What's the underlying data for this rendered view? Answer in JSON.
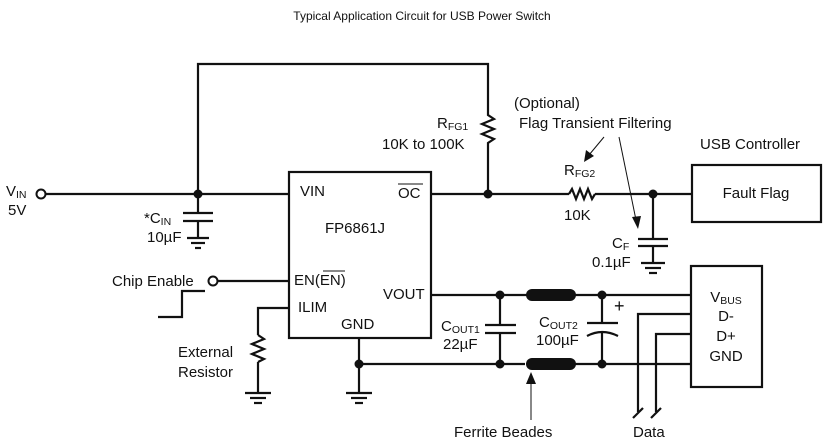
{
  "title": "Typical Application Circuit for USB Power Switch",
  "ic": {
    "name": "FP6861J",
    "pins": {
      "vin": "VIN",
      "oc": "OC",
      "en": "EN(",
      "en_bar": "EN",
      "en_close": ")",
      "ilim": "ILIM",
      "vout": "VOUT",
      "gnd": "GND"
    }
  },
  "vin": {
    "label": "V",
    "sub": "IN",
    "value": "5V"
  },
  "cin": {
    "prefix": "*C",
    "sub": "IN",
    "value": "10µF"
  },
  "chip_enable": "Chip Enable",
  "external_resistor": {
    "line1": "External",
    "line2": "Resistor"
  },
  "rfg1": {
    "label": "R",
    "sub": "FG1",
    "value": "10K to 100K"
  },
  "optional": {
    "line1": "(Optional)",
    "line2": "Flag Transient Filtering"
  },
  "rfg2": {
    "label": "R",
    "sub": "FG2",
    "value": "10K"
  },
  "cf": {
    "label": "C",
    "sub": "F",
    "value": "0.1µF"
  },
  "usb_controller": {
    "title": "USB Controller",
    "block": "Fault Flag"
  },
  "cout1": {
    "label": "C",
    "sub": "OUT1",
    "value": "22µF"
  },
  "cout2": {
    "label": "C",
    "sub": "OUT2",
    "value": "100µF",
    "polarity": "+"
  },
  "usb_port": {
    "vbus": "V",
    "vbus_sub": "BUS",
    "dminus": "D-",
    "dplus": "D+",
    "gnd": "GND"
  },
  "ferrite_beads": "Ferrite Beades",
  "data": "Data"
}
